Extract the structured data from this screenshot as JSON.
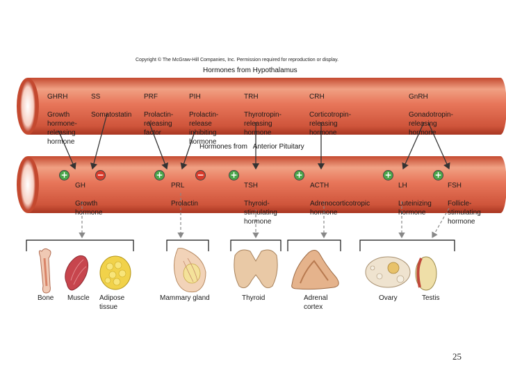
{
  "copyright": "Copyright © The McGraw-Hill Companies, Inc. Permission required for reproduction or display.",
  "hypothalamus_title": "Hormones from Hypothalamus",
  "pituitary_title": "Hormones from   Anterior Pituitary",
  "hypothalamic_hormones": [
    {
      "abbr": "GHRH",
      "name": "Growth\nhormone-\nreleasing\nhormone"
    },
    {
      "abbr": "SS",
      "name": "Somatostatin"
    },
    {
      "abbr": "PRF",
      "name": "Prolactin-\nreleasing\nfactor"
    },
    {
      "abbr": "PIH",
      "name": "Prolactin-\nrelease\ninhibiting\nhormone"
    },
    {
      "abbr": "TRH",
      "name": "Thyrotropin-\nreleasing\nhormone"
    },
    {
      "abbr": "CRH",
      "name": "Corticotropin-\nreleasing\nhormone"
    },
    {
      "abbr": "GnRH",
      "name": "Gonadotropin-\nreleasing\nhormone"
    }
  ],
  "pituitary_hormones": [
    {
      "abbr": "GH",
      "name": "Growth\nhormone"
    },
    {
      "abbr": "PRL",
      "name": "Prolactin"
    },
    {
      "abbr": "TSH",
      "name": "Thyroid-\nstimulating\nhormone"
    },
    {
      "abbr": "ACTH",
      "name": "Adrenocorticotropic\nhormone"
    },
    {
      "abbr": "LH",
      "name": "Luteinizing\nhormone"
    },
    {
      "abbr": "FSH",
      "name": "Follicle-\nstimulating\nhormone"
    }
  ],
  "signs": {
    "plus": "+",
    "minus": "−"
  },
  "targets": [
    "Bone",
    "Muscle",
    "Adipose\ntissue",
    "Mammary gland",
    "Thyroid",
    "Adrenal\ncortex",
    "Ovary",
    "Testis"
  ],
  "page_number": "25",
  "colors": {
    "vessel": "#e0644a",
    "vessel_light": "#f7b19a",
    "vessel_dark": "#b5402a",
    "plus": "#4aa64a",
    "minus": "#d93b2b"
  }
}
